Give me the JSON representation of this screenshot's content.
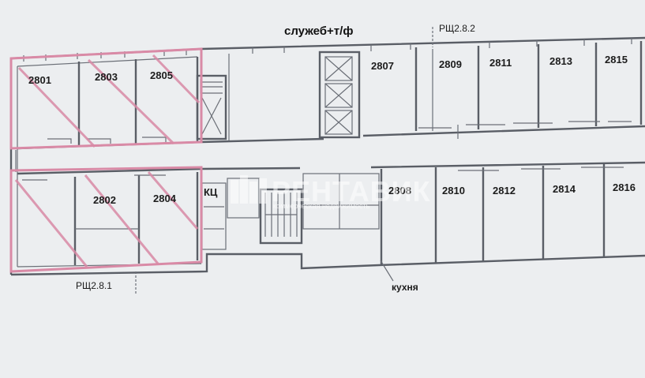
{
  "title": "служеб+т/ф",
  "labels": {
    "rsh_top": "РЩ2.8.2",
    "rsh_bottom": "РЩ2.8.1",
    "kc": "КЦ",
    "kitchen": "кухня"
  },
  "rooms_top": [
    "2801",
    "2803",
    "2805",
    "2807",
    "2809",
    "2811",
    "2813",
    "2815"
  ],
  "rooms_bottom": [
    "2802",
    "2804",
    "2808",
    "2810",
    "2812",
    "2814",
    "2816"
  ],
  "watermark": {
    "brand": "РЕНТАВИК",
    "tagline": "коммерческая недвижимость"
  },
  "colors": {
    "background": "#eceef0",
    "wall": "#5a5e66",
    "highlight": "#d98aa6"
  }
}
